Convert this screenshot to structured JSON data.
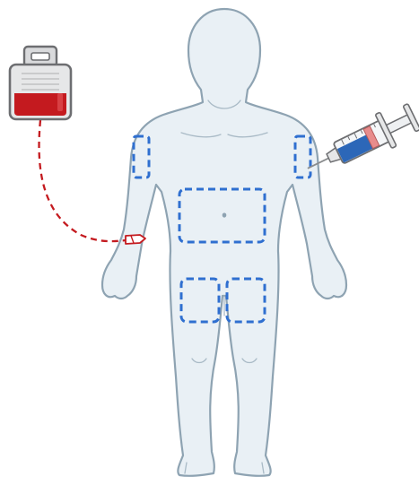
{
  "colors": {
    "body_fill": "#e9f0f5",
    "body_stroke": "#8ea3b2",
    "site_marker": "#2f6fd0",
    "blood": "#c41a1f",
    "bag_body": "#e6e7e8",
    "bag_outline": "#6d6e71",
    "syringe_liquid": "#2c67b8",
    "syringe_plunger_ring": "#e88c8c"
  },
  "figure": {
    "subject": "human-body-front-view",
    "injection_sites": [
      "left-upper-arm",
      "right-upper-arm",
      "abdomen",
      "left-thigh",
      "right-thigh"
    ],
    "infusion": {
      "source": "iv-bag",
      "site": "forearm"
    },
    "injection": {
      "device": "syringe",
      "site": "upper-arm"
    }
  }
}
